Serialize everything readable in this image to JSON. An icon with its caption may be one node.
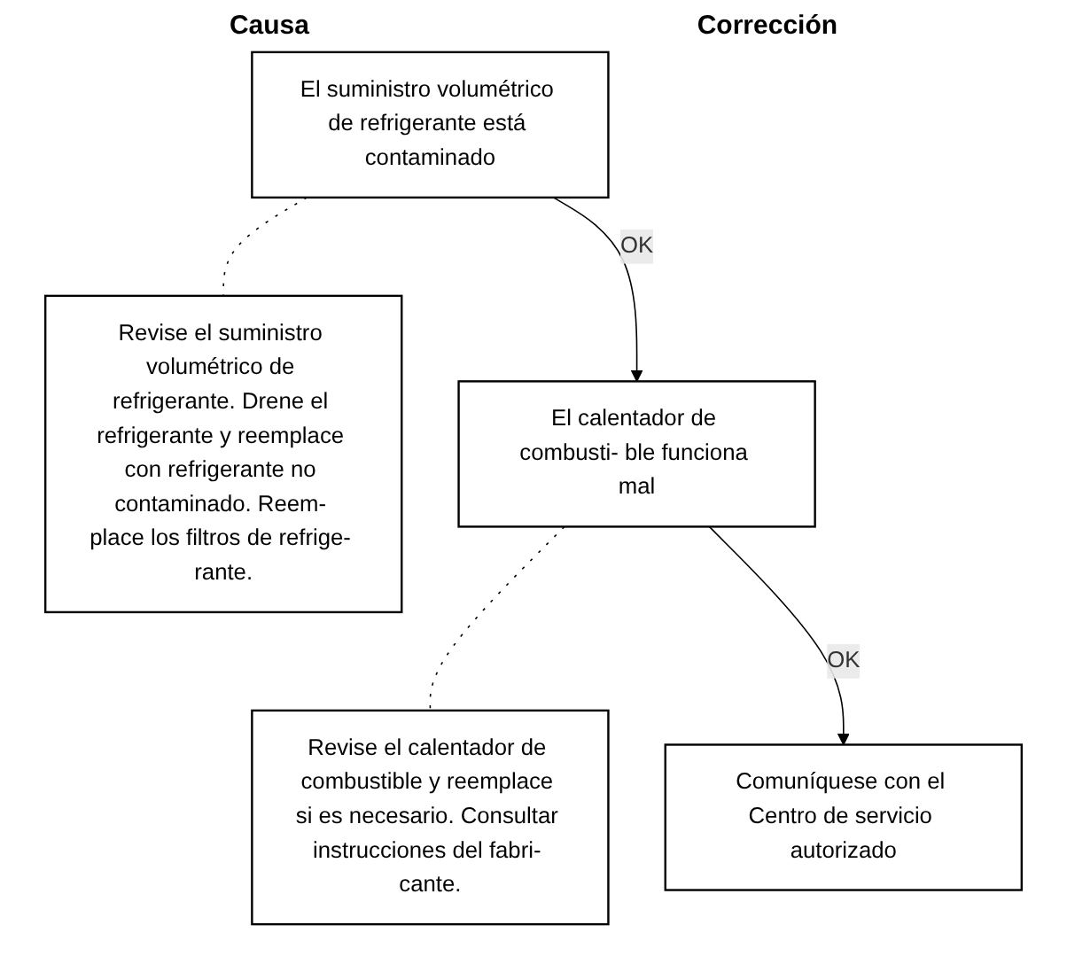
{
  "diagram": {
    "nodes": [
      {
        "text": [
          "El suministro volumétrico de refrigerante está contaminado"
        ]
      },
      {
        "text": [
          "Revise el suministro volumétrico de refrigerante. Drene el refrigerante y reemplace con refrigerante no contaminado. Reem- place los filtros de refrige- rante."
        ]
      },
      {
        "text": [
          "El calentador de combusti- ble funciona mal"
        ]
      },
      {
        "text": [
          "Revise el calentador de combustible y reemplace si es necesario. Consultar instrucciones del fabri- cante."
        ]
      },
      {
        "text": [
          "Comuníquese con el Centro de servicio autorizado"
        ]
      }
    ],
    "edges": [
      {
        "from": 0,
        "to": 1,
        "arrow": "none",
        "style": "dashed"
      },
      {
        "from": 0,
        "to": 2,
        "arrow": "to",
        "label": "OK"
      },
      {
        "from": 2,
        "to": 3,
        "arrow": "none",
        "style": "dashed"
      },
      {
        "from": 2,
        "to": 4,
        "arrow": "to",
        "label": "OK"
      }
    ],
    "labels": [
      "Causa",
      "Corrección"
    ]
  }
}
